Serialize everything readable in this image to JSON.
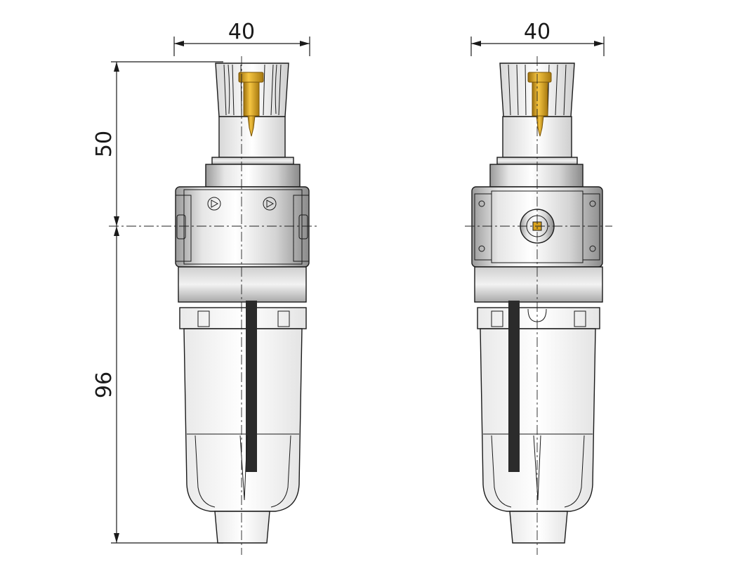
{
  "dimensions": {
    "width_left": "40",
    "width_right": "40",
    "height_upper": "50",
    "height_lower": "96"
  },
  "colors": {
    "line": "#1a1a1a",
    "body_light": "#f4f4f4",
    "body_shade": "#bdbdbd",
    "brass": "#d9a21c",
    "brass_dark": "#9c6f0c",
    "tube": "#2b2b2b"
  }
}
